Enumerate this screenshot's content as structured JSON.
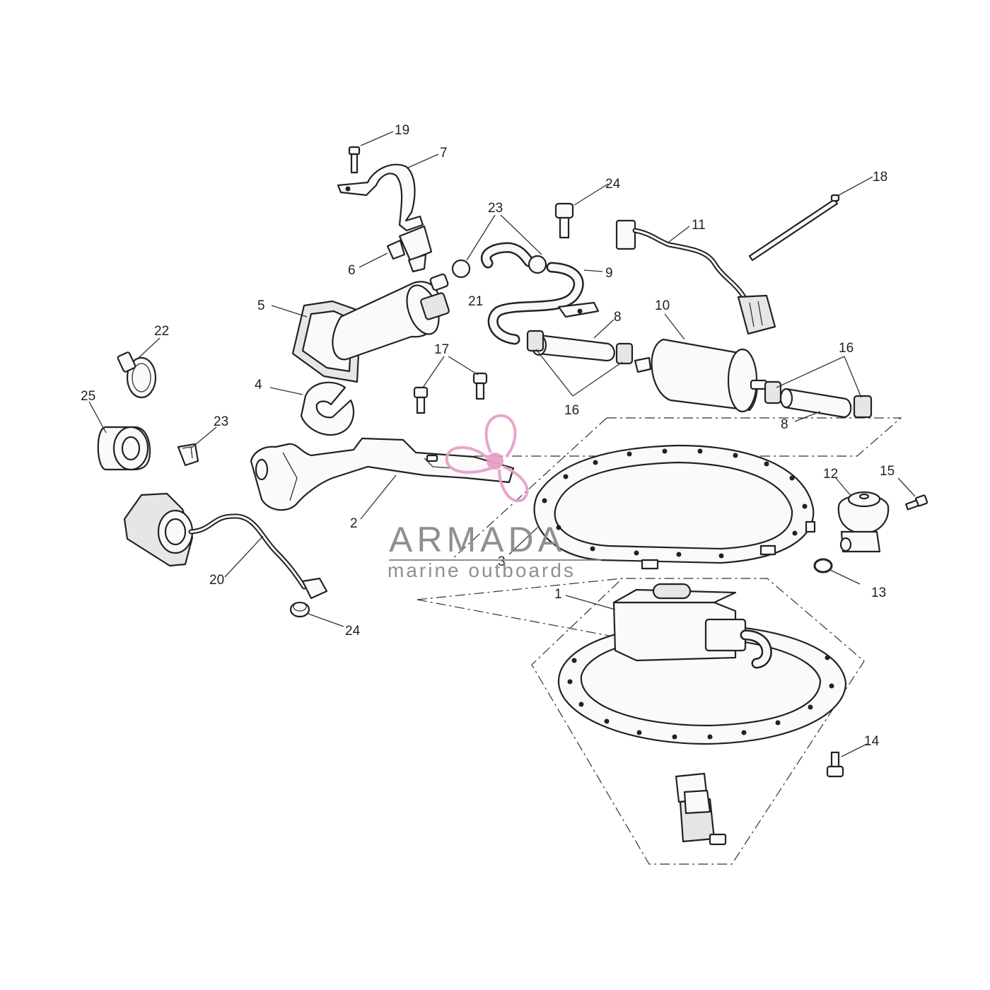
{
  "diagram": {
    "callouts": [
      "1",
      "2",
      "3",
      "4",
      "5",
      "6",
      "7",
      "8",
      "8",
      "9",
      "10",
      "11",
      "12",
      "13",
      "14",
      "15",
      "16",
      "16",
      "17",
      "18",
      "19",
      "20",
      "21",
      "22",
      "23",
      "23",
      "24",
      "24",
      "25"
    ]
  },
  "watermark": {
    "brand": "ARMADA",
    "tagline": "marine outboards",
    "colors": {
      "logo": "#e8a0c8",
      "text": "#8a8a8a"
    }
  }
}
